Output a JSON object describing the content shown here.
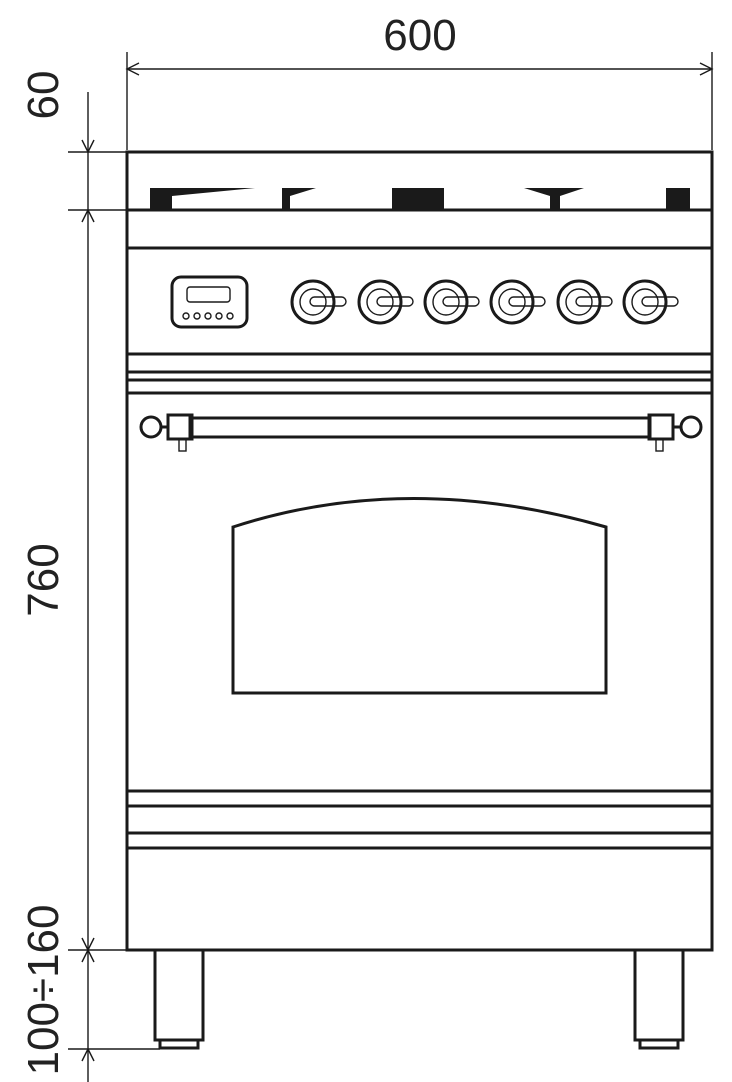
{
  "dimensions": {
    "width": "600",
    "top_height": "60",
    "body_height": "760",
    "foot_height": "100÷160"
  },
  "colors": {
    "line": "#1a1a1a",
    "background": "#ffffff"
  }
}
